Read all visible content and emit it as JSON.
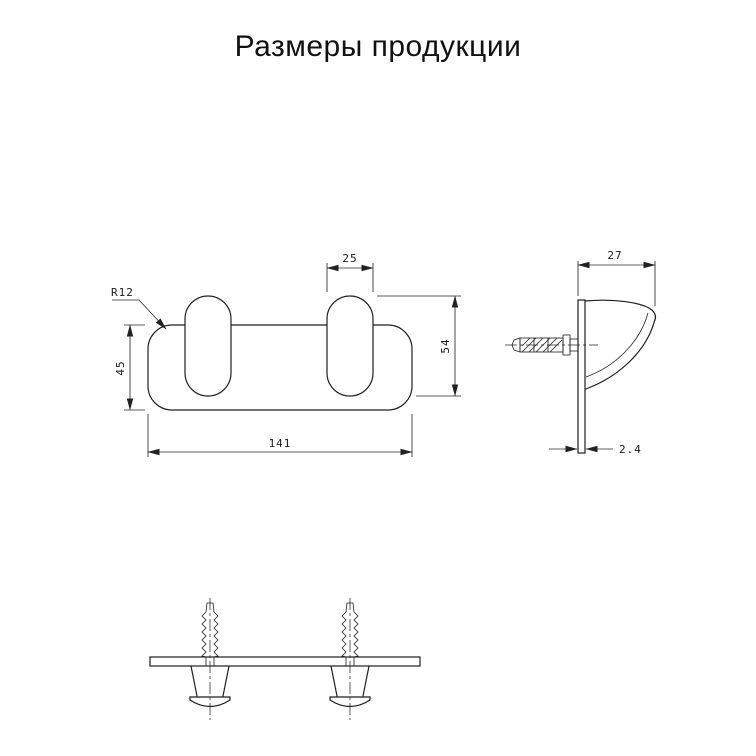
{
  "page": {
    "title": "Размеры продукции"
  },
  "views": {
    "front": {
      "dims": {
        "hook_width": "25",
        "corner_radius": "R12",
        "plate_height": "45",
        "hook_height": "54",
        "plate_width": "141"
      }
    },
    "side": {
      "dims": {
        "depth": "27",
        "plate_thickness": "2.4"
      }
    }
  },
  "colors": {
    "background": "#ffffff",
    "line": "#1f1f1f",
    "dimension": "#2a2a2a",
    "text": "#111111"
  }
}
